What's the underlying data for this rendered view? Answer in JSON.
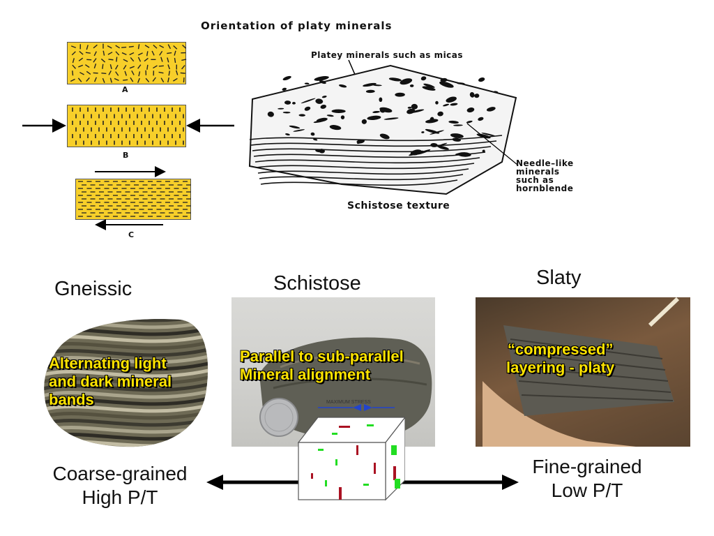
{
  "diagram": {
    "title": "Orientation of platy minerals",
    "panels": [
      {
        "label": "A"
      },
      {
        "label": "B"
      },
      {
        "label": "C"
      }
    ],
    "schist": {
      "annotation_top": "Platey minerals such as micas",
      "annotation_side": [
        "Needle–like",
        "minerals",
        "such as",
        "hornblende"
      ],
      "caption": "Schistose texture"
    }
  },
  "textures": [
    {
      "name": "Gneissic",
      "description": [
        "Alternating light",
        "and dark mineral",
        "bands"
      ]
    },
    {
      "name": "Schistose",
      "description": [
        "Parallel to sub-parallel",
        "Mineral alignment"
      ],
      "stress_label": "MAXIMUM STRESS"
    },
    {
      "name": "Slaty",
      "description": [
        "“compressed”",
        "layering - platy"
      ]
    }
  ],
  "scale": {
    "left": [
      "Coarse-grained",
      "High P/T"
    ],
    "right": [
      "Fine-grained",
      "Low P/T"
    ]
  },
  "colors": {
    "panel_fill": "#f7cf2a",
    "overlay_text": "#ffe400",
    "cube_green": "#22dd22",
    "cube_red": "#aa1122",
    "stress_arrow": "#2244cc"
  }
}
